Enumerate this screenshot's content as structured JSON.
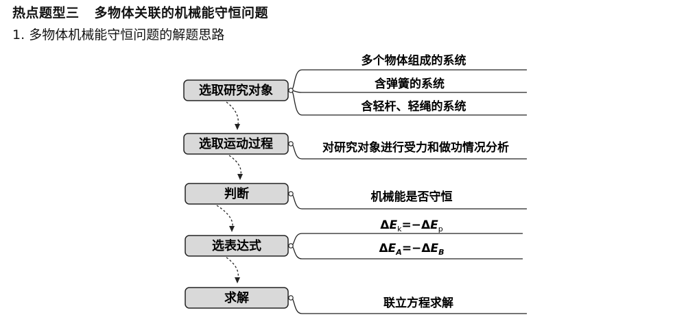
{
  "heading": {
    "part1": "热点题型三",
    "part2": "多物体关联的机械能守恒问题"
  },
  "subheading": {
    "number": "1.",
    "text": "多物体机械能守恒问题的解题思路"
  },
  "steps": [
    {
      "label": "选取研究对象",
      "notes": [
        "多个物体组成的系统",
        "含弹簧的系统",
        "含轻杆、轻绳的系统"
      ]
    },
    {
      "label": "选取运动过程",
      "notes": [
        "对研究对象进行受力和做功情况分析"
      ]
    },
    {
      "label": "判断",
      "notes": [
        "机械能是否守恒"
      ]
    },
    {
      "label": "选表达式",
      "notes": [
        "ΔEk=−ΔEp",
        "ΔEA=−ΔEB"
      ]
    },
    {
      "label": "求解",
      "notes": [
        "联立方程求解"
      ]
    }
  ],
  "formulas": {
    "f1": {
      "d1": "Δ",
      "v1": "E",
      "s1": "k",
      "eq": "=−",
      "d2": "Δ",
      "v2": "E",
      "s2": "p"
    },
    "f2": {
      "d1": "Δ",
      "v1": "E",
      "s1": "A",
      "eq": "=−",
      "d2": "Δ",
      "v2": "E",
      "s2": "B"
    }
  }
}
